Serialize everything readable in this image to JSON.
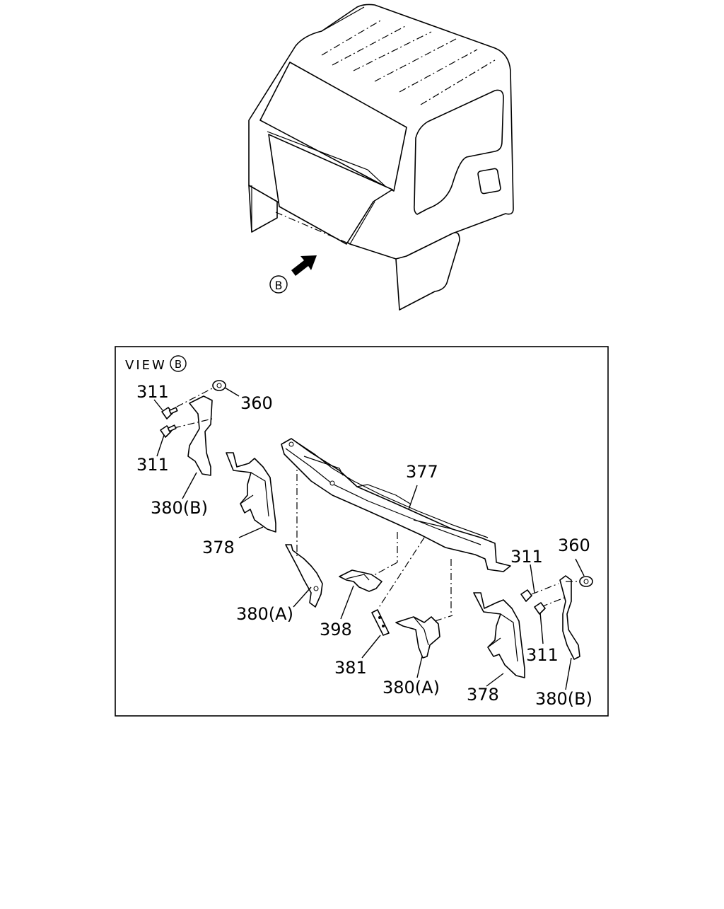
{
  "cab_view": {
    "arrow_label": "B"
  },
  "view_box": {
    "title": "VIEW",
    "title_marker": "B"
  },
  "callouts": {
    "bolt_top_left_upper": "311",
    "bolt_top_left_lower": "311",
    "nut_left": "360",
    "bracket_b_left": "380(B)",
    "stay_left": "378",
    "bracket_a_left": "380(A)",
    "crossmember": "377",
    "plate_398": "398",
    "shim_381": "381",
    "bracket_a_center": "380(A)",
    "stay_right": "378",
    "bolt_right_upper": "311",
    "bolt_right_lower": "311",
    "nut_right": "360",
    "bracket_b_right": "380(B)"
  }
}
